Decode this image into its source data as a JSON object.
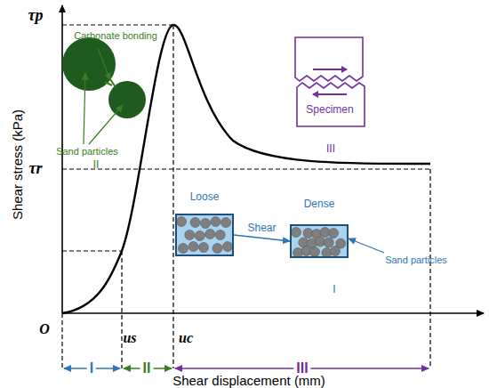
{
  "diagram": {
    "nodes": [
      {
        "text": [
          "Loose"
        ]
      },
      {
        "text": [
          "Dense"
        ]
      },
      {
        "text": [
          "Specimen"
        ]
      }
    ],
    "edges": [
      {
        "from": 0,
        "to": 1,
        "label": "Shear",
        "arrow": "to"
      }
    ],
    "labels": [
      "Shear stress (kPa)",
      "τp",
      "τr",
      "Carbonate bonding",
      "Sand particles",
      "II",
      "III",
      "Sand particles",
      "I",
      "O",
      "us",
      "uc",
      "I",
      "II",
      "III",
      "Shear displacement (mm)"
    ]
  }
}
